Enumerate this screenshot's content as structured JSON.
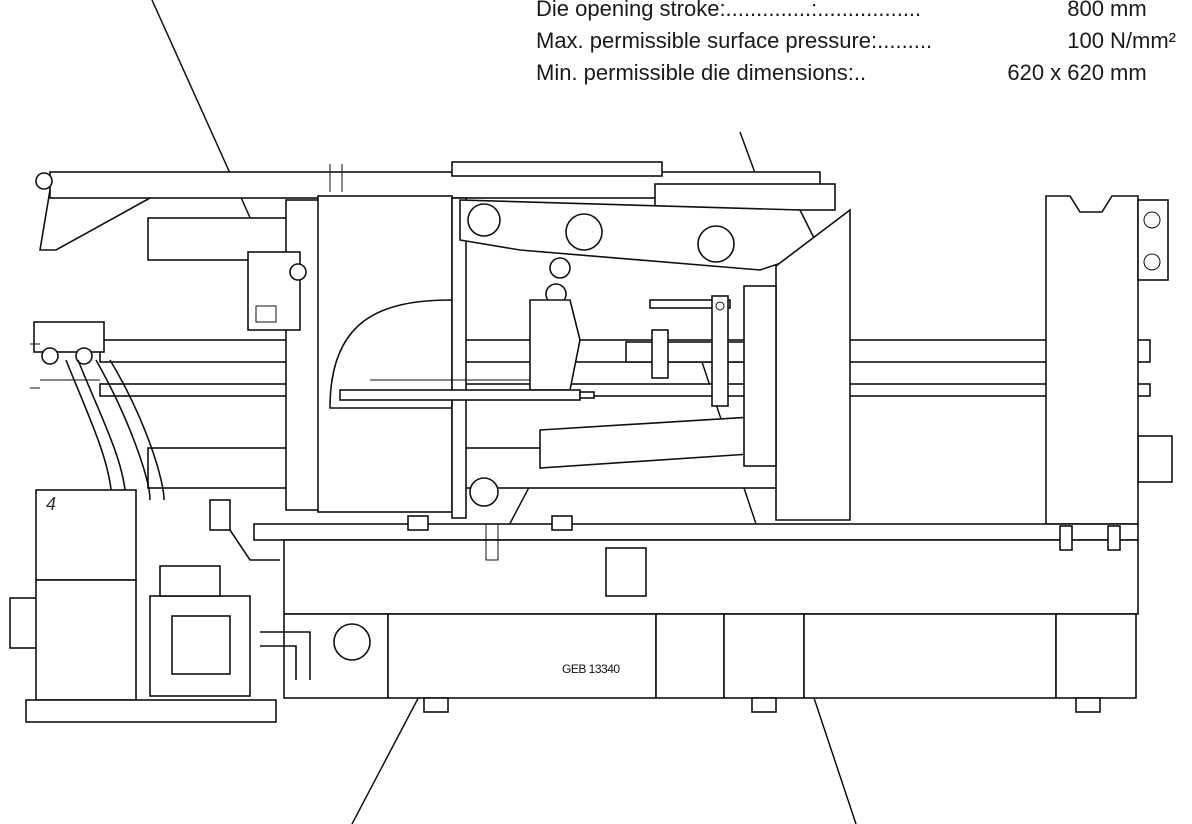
{
  "specs": [
    {
      "label": "Die opening stroke:..............:.................",
      "value": "800",
      "unit": "mm"
    },
    {
      "label": "Max. permissible surface pressure:.........",
      "value": "100",
      "unit": "N/mm²"
    },
    {
      "label": "Min. permissible die dimensions:..",
      "value": "620 x 620",
      "unit": "mm"
    }
  ],
  "drawing": {
    "id_label": "GEB 13340",
    "panel_mark": "4"
  }
}
